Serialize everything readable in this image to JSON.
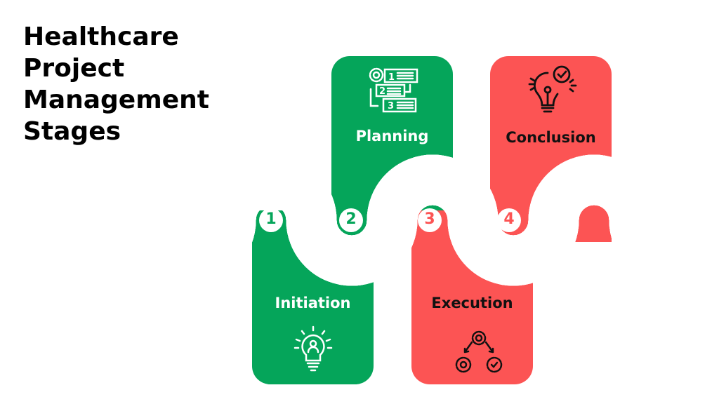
{
  "title": [
    "Healthcare",
    "Project",
    "Management",
    "Stages"
  ],
  "colors": {
    "green": "#05a55a",
    "red": "#fc5454",
    "road": "#4d4d4d"
  },
  "stages": [
    {
      "number": "1",
      "label": "Initiation",
      "icon": "lightbulb-person-icon"
    },
    {
      "number": "2",
      "label": "Planning",
      "icon": "plan-steps-icon"
    },
    {
      "number": "3",
      "label": "Execution",
      "icon": "gears-icon"
    },
    {
      "number": "4",
      "label": "Conclusion",
      "icon": "lightbulb-check-icon"
    }
  ]
}
